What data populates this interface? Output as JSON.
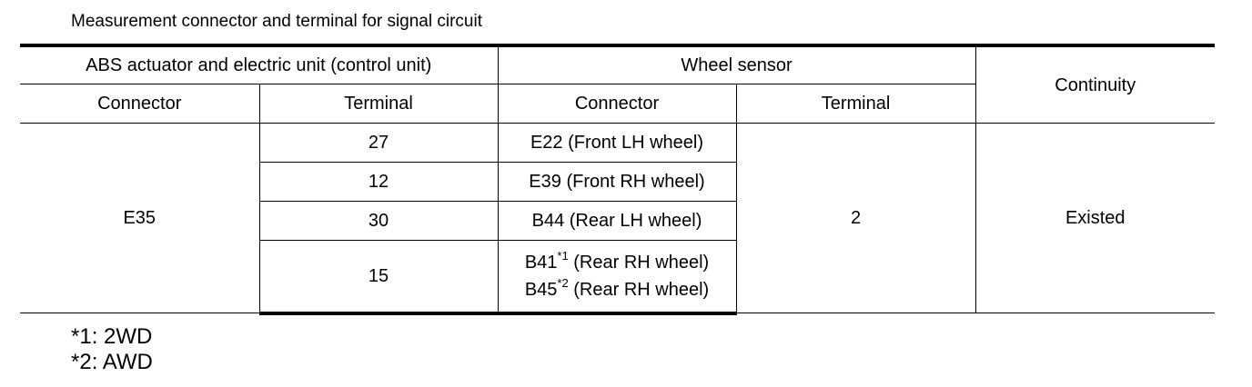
{
  "caption": "Measurement connector and terminal for signal circuit",
  "table": {
    "group_abs": "ABS actuator and electric unit (control unit)",
    "group_wheel": "Wheel sensor",
    "col_continuity": "Continuity",
    "col_abs_connector": "Connector",
    "col_abs_terminal": "Terminal",
    "col_wheel_connector": "Connector",
    "col_wheel_terminal": "Terminal",
    "abs_connector": "E35",
    "wheel_terminal": "2",
    "continuity": "Existed",
    "rows": [
      {
        "terminal": "27",
        "connector": "E22 (Front LH wheel)"
      },
      {
        "terminal": "12",
        "connector": "E39 (Front RH wheel)"
      },
      {
        "terminal": "30",
        "connector": "B44 (Rear LH wheel)"
      },
      {
        "terminal": "15",
        "connector_a_code": "B41",
        "connector_a_mark": "*1",
        "connector_a_desc": " (Rear RH wheel)",
        "connector_b_code": "B45",
        "connector_b_mark": "*2",
        "connector_b_desc": " (Rear RH wheel)"
      }
    ]
  },
  "footnotes": [
    "*1: 2WD",
    "*2: AWD"
  ]
}
